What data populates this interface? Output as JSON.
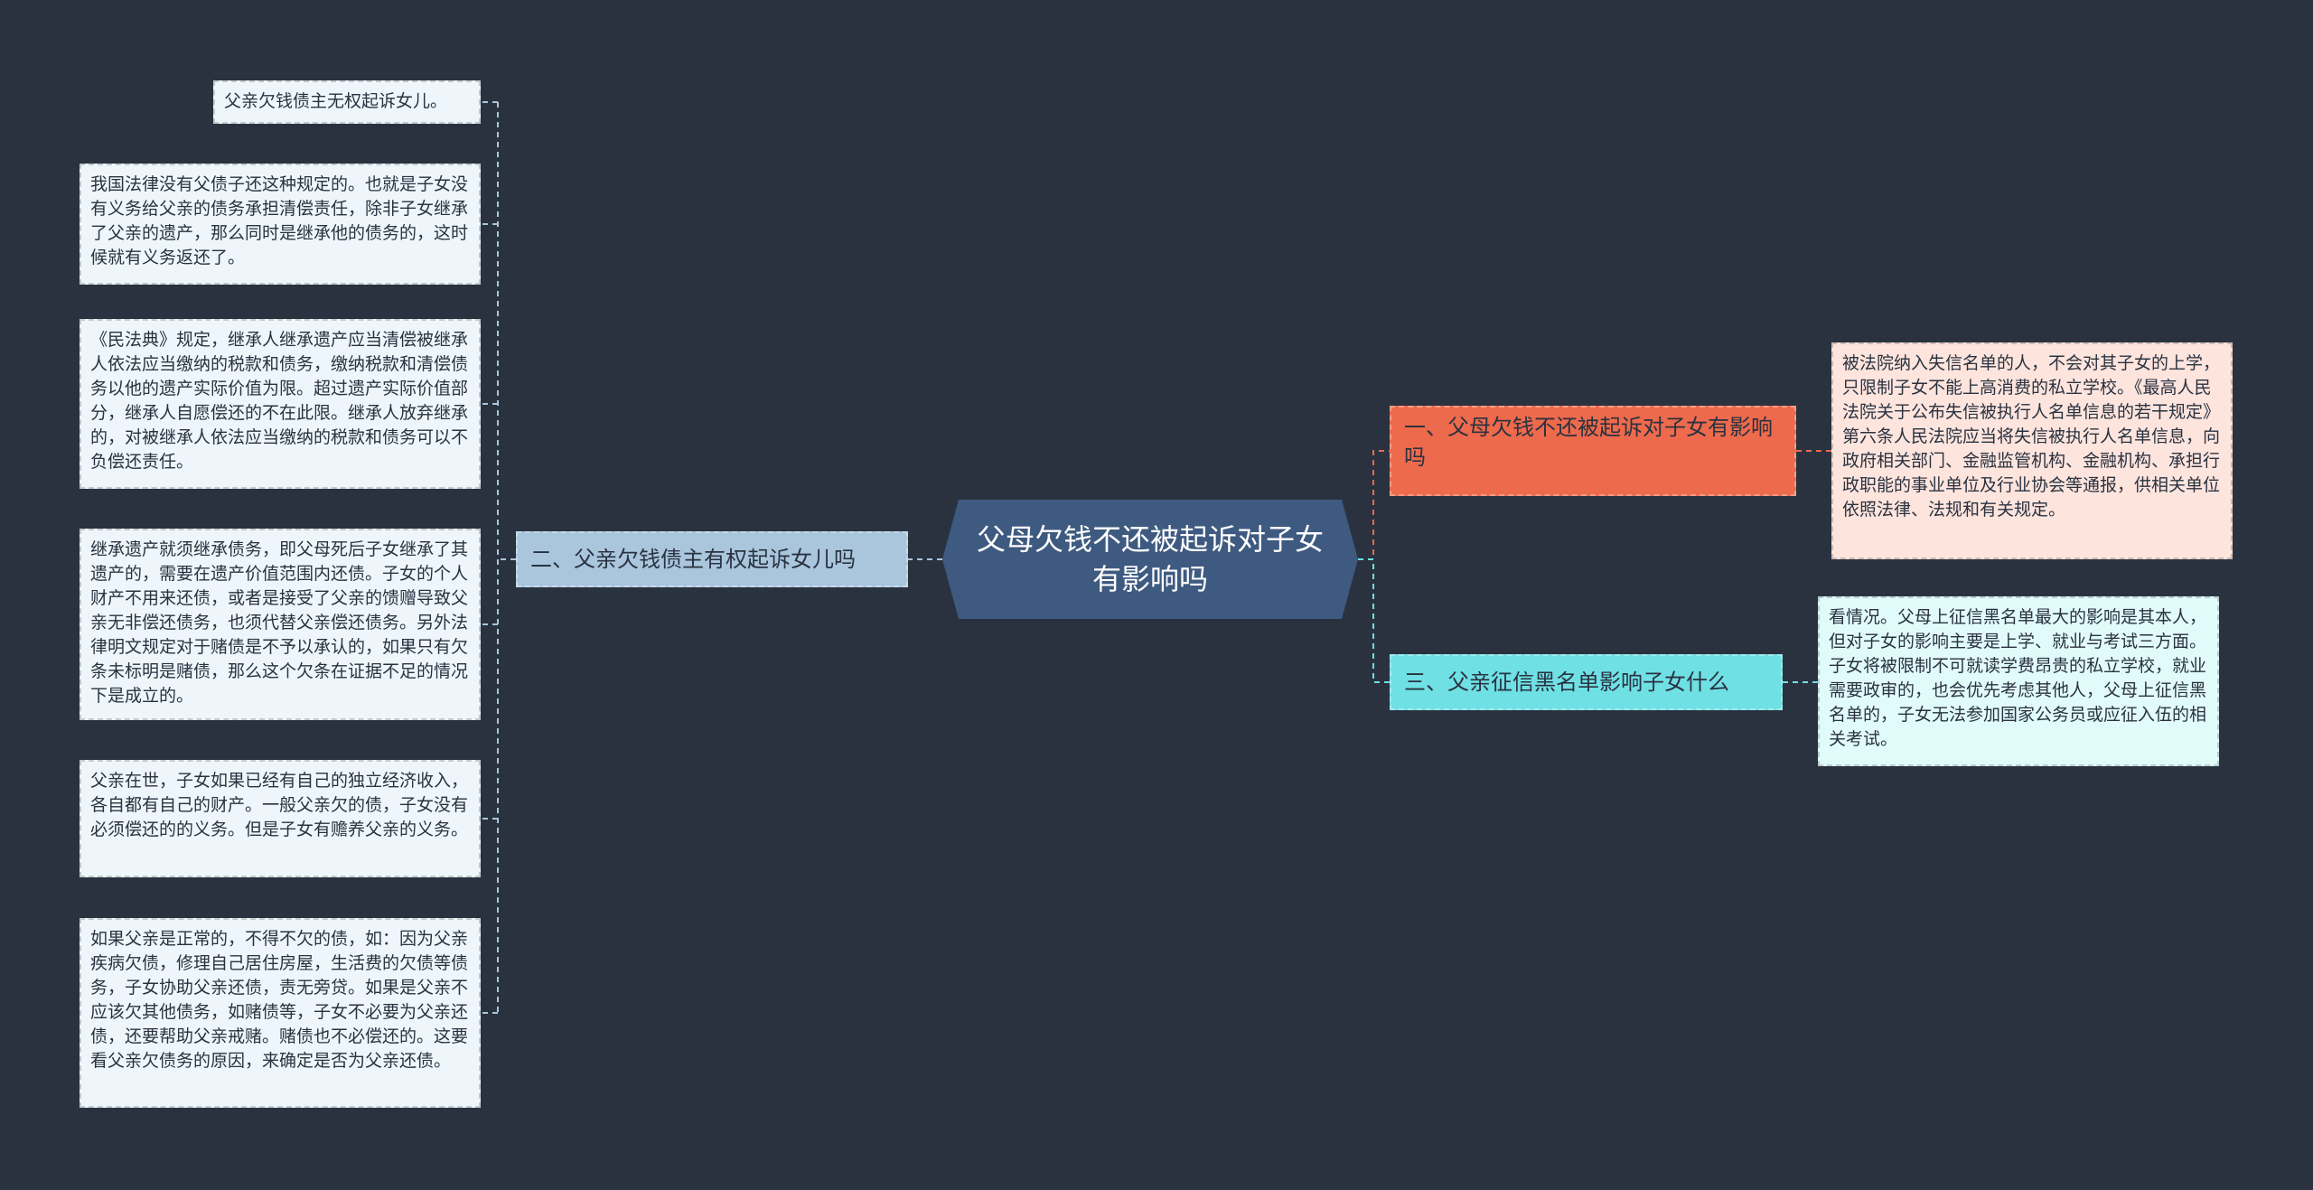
{
  "root": {
    "title": "父母欠钱不还被起诉对子女有影响吗",
    "color": "#3e5a80"
  },
  "branches": {
    "b1": {
      "label": "一、父母欠钱不还被起诉对子女有影响吗",
      "color": "#ee6a4c"
    },
    "b2": {
      "label": "二、父亲欠钱债主有权起诉女儿吗",
      "color": "#a9c6dd"
    },
    "b3": {
      "label": "三、父亲征信黑名单影响子女什么",
      "color": "#6fe0e4"
    }
  },
  "leaves_b2": [
    "父亲欠钱债主无权起诉女儿。",
    "我国法律没有父债子还这种规定的。也就是子女没有义务给父亲的债务承担清偿责任，除非子女继承了父亲的遗产，那么同时是继承他的债务的，这时候就有义务返还了。",
    "《民法典》规定，继承人继承遗产应当清偿被继承人依法应当缴纳的税款和债务，缴纳税款和清偿债务以他的遗产实际价值为限。超过遗产实际价值部分，继承人自愿偿还的不在此限。继承人放弃继承的，对被继承人依法应当缴纳的税款和债务可以不负偿还责任。",
    "继承遗产就须继承债务，即父母死后子女继承了其遗产的，需要在遗产价值范围内还债。子女的个人财产不用来还债，或者是接受了父亲的馈赠导致父亲无非偿还债务，也须代替父亲偿还债务。另外法律明文规定对于赌债是不予以承认的，如果只有欠条未标明是赌债，那么这个欠条在证据不足的情况下是成立的。",
    "父亲在世，子女如果已经有自己的独立经济收入，各自都有自己的财产。一般父亲欠的债，子女没有必须偿还的的义务。但是子女有赡养父亲的义务。",
    "如果父亲是正常的，不得不欠的债，如：因为父亲疾病欠债，修理自己居住房屋，生活费的欠债等债务，子女协助父亲还债，责无旁贷。如果是父亲不应该欠其他债务，如赌债等，子女不必要为父亲还债，还要帮助父亲戒赌。赌债也不必偿还的。这要看父亲欠债务的原因，来确定是否为父亲还债。"
  ],
  "leaf_b1": "被法院纳入失信名单的人，不会对其子女的上学，只限制子女不能上高消费的私立学校。《最高人民法院关于公布失信被执行人名单信息的若干规定》第六条人民法院应当将失信被执行人名单信息，向政府相关部门、金融监管机构、金融机构、承担行政职能的事业单位及行业协会等通报，供相关单位依照法律、法规和有关规定。",
  "leaf_b3": "看情况。父母上征信黑名单最大的影响是其本人，但对子女的影响主要是上学、就业与考试三方面。子女将被限制不可就读学费昂贵的私立学校，就业需要政审的，也会优先考虑其他人，父母上征信黑名单的，子女无法参加国家公务员或应征入伍的相关考试。",
  "colors": {
    "background": "#2a3240",
    "connector_b2": "#a9c6dd",
    "connector_b1": "#ee6a4c",
    "connector_b3": "#6fe0e4"
  }
}
